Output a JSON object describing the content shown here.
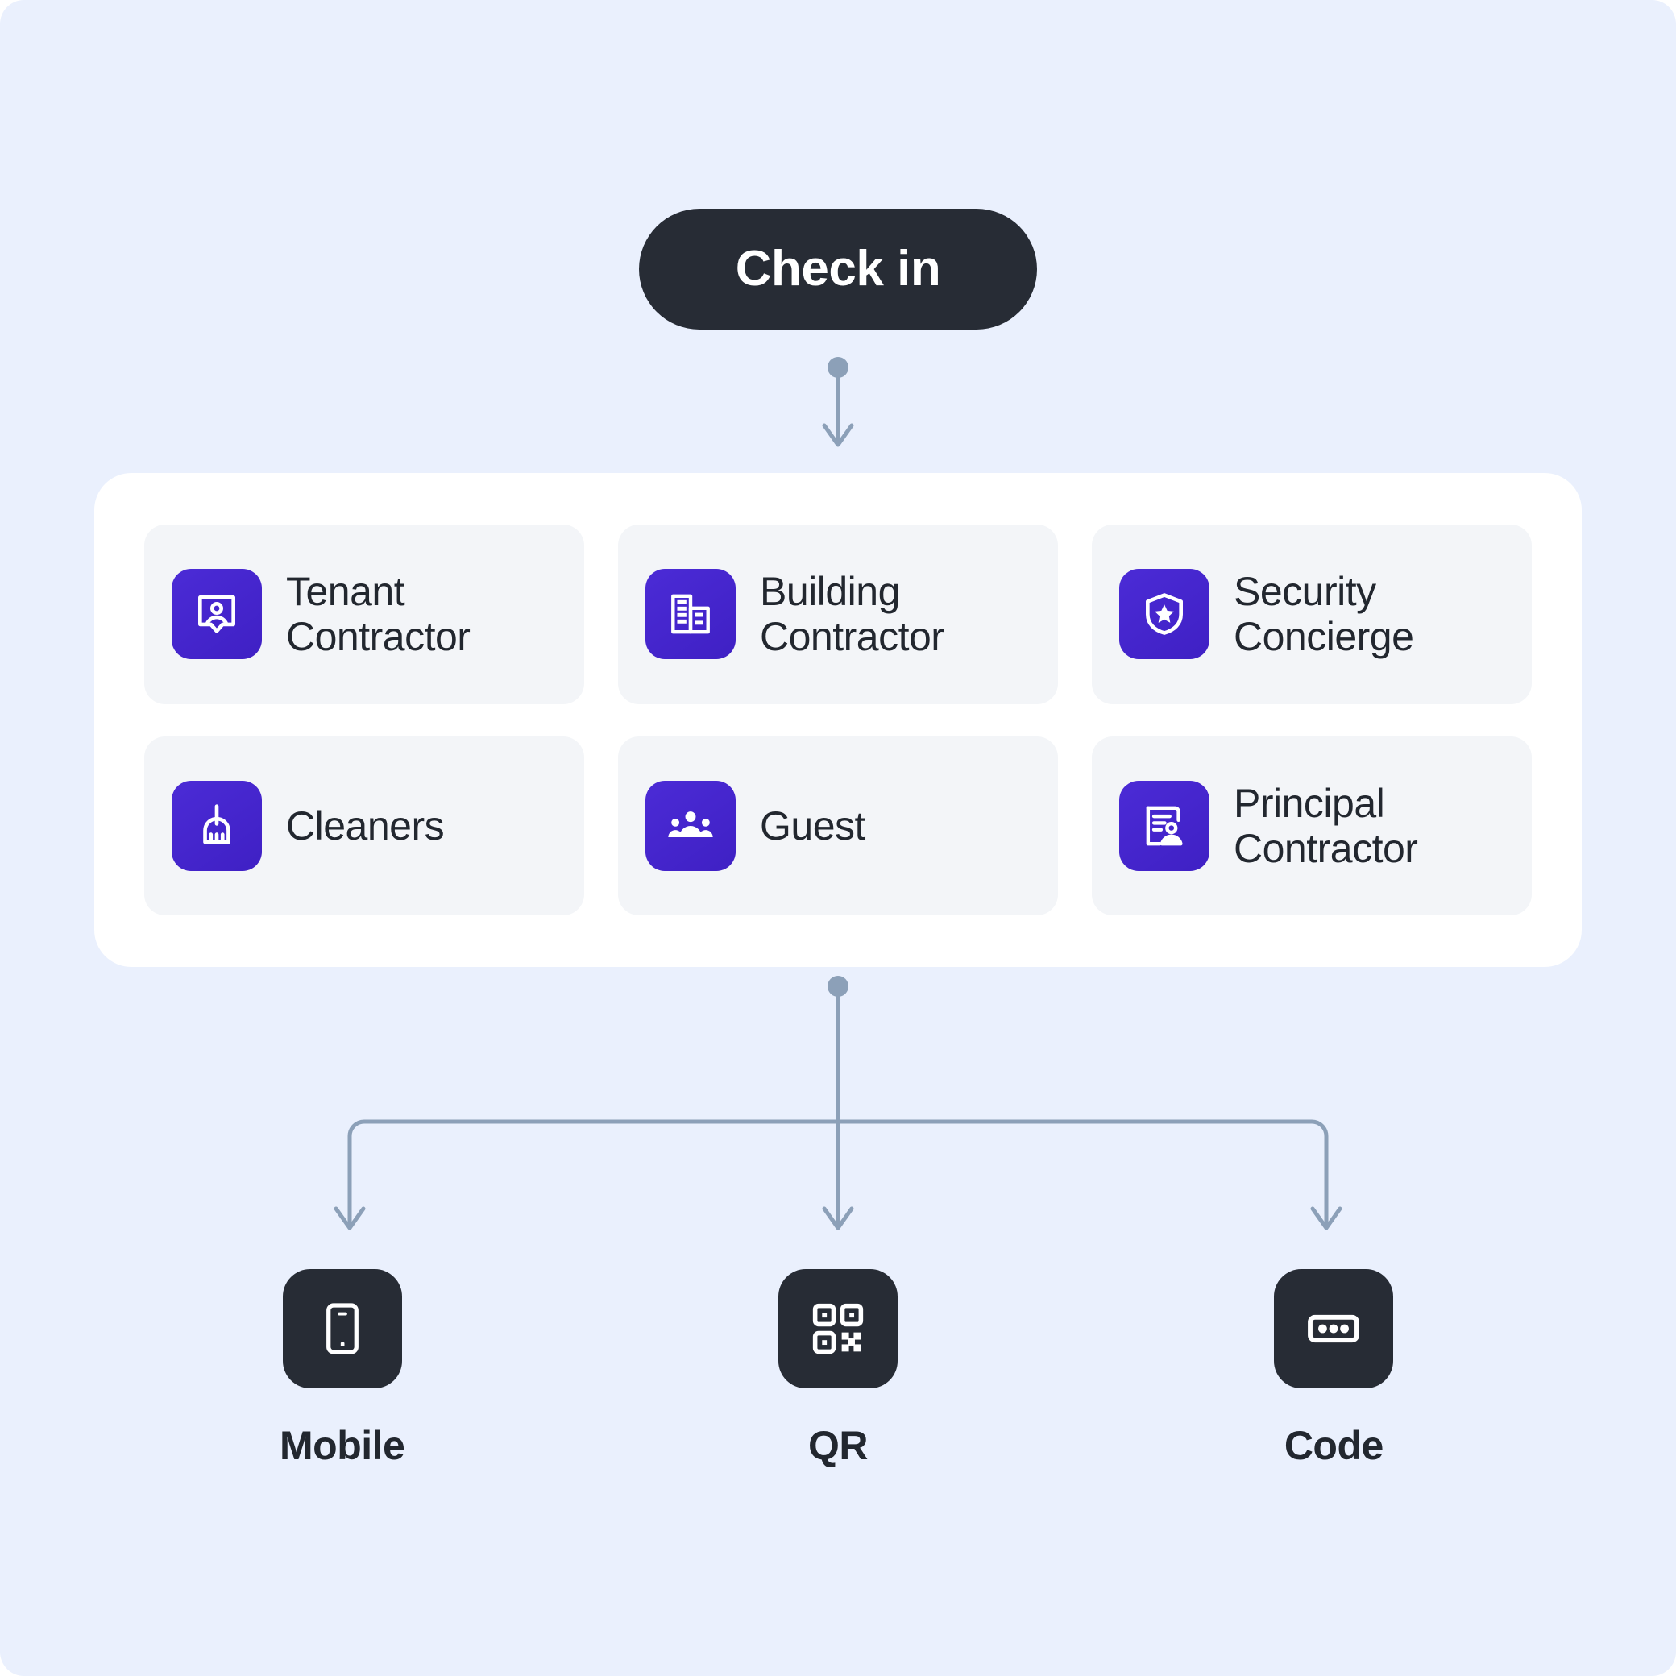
{
  "theme": {
    "page_background": "#EAF0FD",
    "panel_background": "#FFFFFF",
    "card_background": "#F3F5F8",
    "accent_purple": "#4B2BD6",
    "dark": "#272C35",
    "connector": "#8CA0B8",
    "text": "#22272F"
  },
  "header": {
    "checkin_label": "Check in"
  },
  "roles": [
    {
      "label": "Tenant Contractor",
      "icon": "contact-card-icon"
    },
    {
      "label": "Building Contractor",
      "icon": "building-icon"
    },
    {
      "label": "Security Concierge",
      "icon": "shield-star-icon"
    },
    {
      "label": "Cleaners",
      "icon": "broom-icon"
    },
    {
      "label": "Guest",
      "icon": "people-group-icon"
    },
    {
      "label": "Principal Contractor",
      "icon": "document-person-icon"
    }
  ],
  "methods": [
    {
      "label": "Mobile",
      "icon": "smartphone-icon"
    },
    {
      "label": "QR",
      "icon": "qr-code-icon"
    },
    {
      "label": "Code",
      "icon": "passcode-dots-icon"
    }
  ]
}
